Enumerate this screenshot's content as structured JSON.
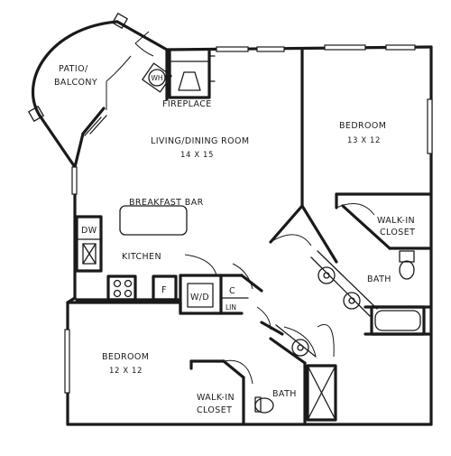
{
  "rooms": {
    "patio": {
      "line1": "PATIO/",
      "line2": "BALCONY"
    },
    "wh": "WH",
    "fireplace": "FIREPLACE",
    "living": {
      "name": "LIVING/DINING ROOM",
      "dim": "14 X 15"
    },
    "bedroom1": {
      "name": "BEDROOM",
      "dim": "13 X 12"
    },
    "breakfast_bar": "BREAKFAST BAR",
    "walkin1": {
      "line1": "WALK-IN",
      "line2": "CLOSET"
    },
    "dw": "DW",
    "kitchen": "KITCHEN",
    "bath1": "BATH",
    "fridge": "F",
    "wd": "W/D",
    "closet_c": "C",
    "linen": "LIN",
    "bedroom2": {
      "name": "BEDROOM",
      "dim": "12 X 12"
    },
    "walkin2": {
      "line1": "WALK-IN",
      "line2": "CLOSET"
    },
    "bath2": "BATH"
  }
}
